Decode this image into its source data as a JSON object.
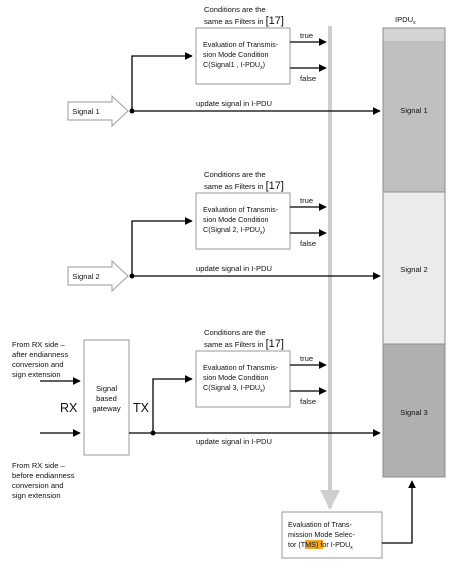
{
  "ipdu_header": {
    "prefix": "IPDU",
    "sub": "x"
  },
  "cond_note": {
    "line1": "Conditions are the",
    "line2_prefix": "same as Filters in ",
    "ref": "[17]"
  },
  "eval_boxes": [
    {
      "line1": "Evaluation of Transmis-",
      "line2": "sion Mode Condition",
      "line3_a": "C(Signal1 , I-PDU",
      "sub": "x",
      "line3_b": ")"
    },
    {
      "line1": "Evaluation of Transmis-",
      "line2": "sion Mode Condition",
      "line3_a": "C(Signal 2, I-PDU",
      "sub": "x",
      "line3_b": ")"
    },
    {
      "line1": "Evaluation of Transmis-",
      "line2": "sion Mode Condition",
      "line3_a": "C(Signal 3, I-PDU",
      "sub": "x",
      "line3_b": ")"
    }
  ],
  "outcomes": {
    "true": "true",
    "false": "false"
  },
  "signals": [
    {
      "arrow_label": "Signal 1",
      "pdu_label": "Signal 1"
    },
    {
      "arrow_label": "Signal 2",
      "pdu_label": "Signal 2"
    },
    {
      "pdu_label": "Signal 3"
    }
  ],
  "update_label": "update signal in I-PDU",
  "rx_side_after": [
    "From RX side –",
    "after endianness",
    "conversion and",
    "sign extension"
  ],
  "rx_side_before": [
    "From RX side –",
    "before endianness",
    "conversion and",
    "sign extension"
  ],
  "gateway": {
    "line1": "Signal",
    "line2": "based",
    "line3": "gateway"
  },
  "rx_label": "RX",
  "tx_label": "TX",
  "tms": {
    "line1": "Evaluation of Trans-",
    "line2": "mission Mode Selec-",
    "line3_a": "tor (",
    "highlight": "TMS",
    "line3_b": ") for I-PDU",
    "sub": "x"
  },
  "colors": {
    "pdu_signal1": "#c0c0c0",
    "pdu_signal2": "#ebebeb",
    "pdu_signal3": "#b0b0b0",
    "header_band": "#d4d4d4",
    "vertical_bar": "#cfcfcf",
    "tms_highlight": "#f5a623"
  }
}
